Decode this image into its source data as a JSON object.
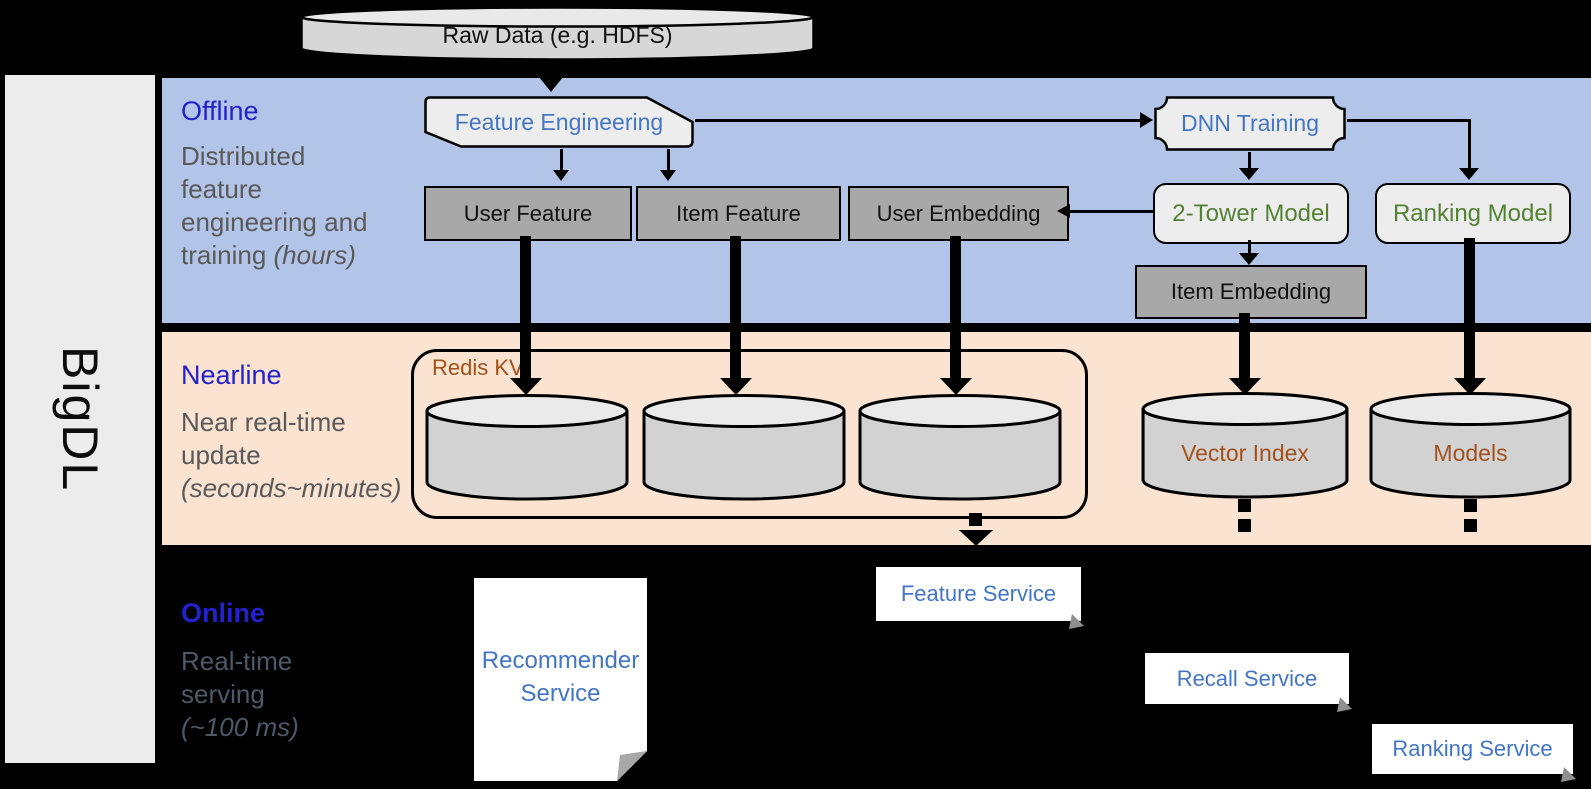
{
  "sidebar": {
    "brand": "BigDL"
  },
  "raw_data": {
    "label": "Raw Data (e.g. HDFS)"
  },
  "bands": {
    "offline": {
      "title": "Offline",
      "desc_line1": "Distributed",
      "desc_line2": "feature",
      "desc_line3": "engineering and",
      "desc_line4": "training",
      "desc_line4_italic": "(hours)"
    },
    "nearline": {
      "title": "Nearline",
      "desc_line1": "Near real-time",
      "desc_line2": "update",
      "desc_italic": "(seconds~minutes)"
    },
    "online": {
      "title": "Online",
      "desc_line1": "Real-time",
      "desc_line2": "serving",
      "desc_italic": "(~100 ms)"
    }
  },
  "offline_nodes": {
    "feature_engineering": "Feature Engineering",
    "dnn_training": "DNN Training",
    "user_feature": "User Feature",
    "item_feature": "Item Feature",
    "user_embedding": "User Embedding",
    "two_tower_model": "2-Tower Model",
    "ranking_model": "Ranking Model",
    "item_embedding": "Item Embedding"
  },
  "nearline_nodes": {
    "redis_kv": "Redis KV",
    "vector_index": "Vector Index",
    "models": "Models"
  },
  "online_nodes": {
    "recommender_service_line1": "Recommender",
    "recommender_service_line2": "Service",
    "feature_service": "Feature Service",
    "recall_service": "Recall Service",
    "ranking_service": "Ranking Service"
  },
  "colors": {
    "offline_band": "#b2c5e8",
    "nearline_band": "#fbe3d1",
    "online_background": "#000000",
    "band_title_blue": "#2222cc",
    "node_text_blue": "#4576c5",
    "model_text_green": "#548235",
    "store_text_orange": "#a3511c",
    "gray_node_fill": "#a8a8a8",
    "light_node_fill": "#ededed",
    "desc_gray": "#595959"
  }
}
